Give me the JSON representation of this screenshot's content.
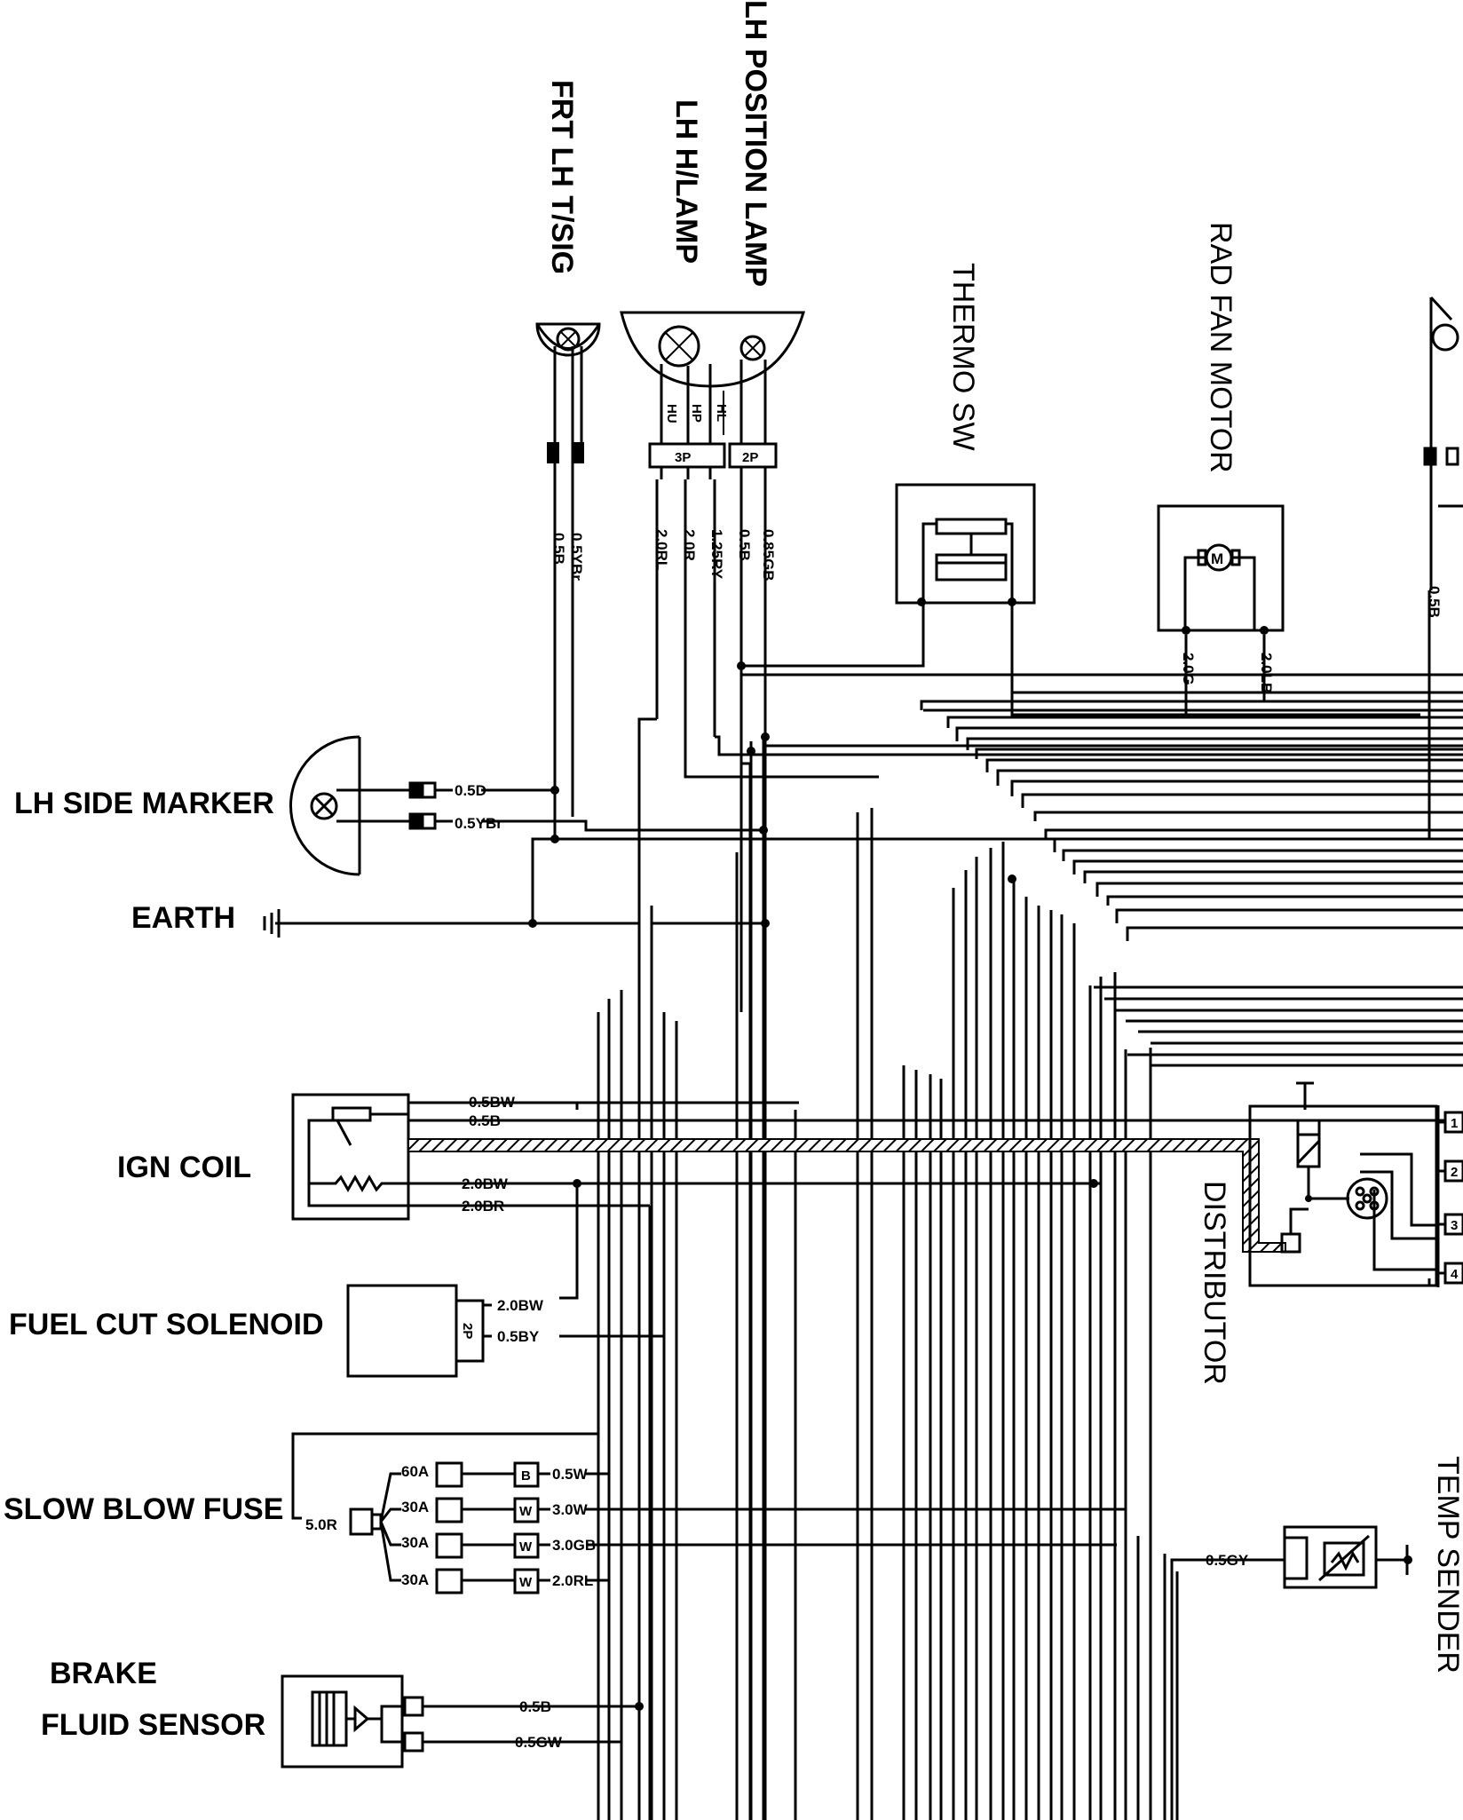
{
  "components": {
    "lh_position_lamp": "LH POSITION LAMP",
    "lh_hlamp": "LH H/LAMP",
    "frt_lh_tsig": "FRT LH T/SIG",
    "thermo_sw": "THERMO SW",
    "rad_fan_motor": "RAD FAN MOTOR",
    "lh_side_marker": "LH SIDE MARKER",
    "earth": "EARTH",
    "ign_coil": "IGN COIL",
    "fuel_cut_solenoid": "FUEL CUT SOLENOID",
    "slow_blow_fuse": "SLOW BLOW FUSE",
    "brake": "BRAKE",
    "fluid_sensor": "FLUID SENSOR",
    "distributor": "DISTRIBUTOR",
    "temp_sender": "TEMP SENDER"
  },
  "connectors": {
    "hl_3p": "3P",
    "hl_2p": "2P",
    "fcs_2p": "2P"
  },
  "lamp_pins": {
    "hu": "HU",
    "hp": "HP",
    "hl": "HL"
  },
  "wires": {
    "tsig_1": "0.5B",
    "tsig_2": "0.5YBr",
    "hl_1": "2.0RL",
    "hl_2": "2.0R",
    "hl_3": "1.25RY",
    "hl_4": "0.5B",
    "hl_5": "0.85GB",
    "fan_1": "2.0G",
    "fan_2": "2.0LB",
    "right_1": "0.5B",
    "marker_1": "0.5D",
    "marker_2": "0.5YBr",
    "ign_1": "0.5BW",
    "ign_2": "0.5B",
    "ign_3": "2.0BW",
    "ign_4": "2.0BR",
    "fcs_1": "2.0BW",
    "fcs_2": "0.5BY",
    "fuse_main": "5.0R",
    "fuse_out_1": "0.5W",
    "fuse_out_2": "3.0W",
    "fuse_out_3": "3.0GB",
    "fuse_out_4": "2.0RL",
    "temp_1": "0.5GY",
    "brake_1": "0.5B",
    "brake_2": "0.5GW"
  },
  "fuses": [
    {
      "rating": "60A",
      "code": "B"
    },
    {
      "rating": "30A",
      "code": "W"
    },
    {
      "rating": "30A",
      "code": "W"
    },
    {
      "rating": "30A",
      "code": "W"
    }
  ],
  "distributor_pins": [
    "1",
    "2",
    "3",
    "4"
  ]
}
